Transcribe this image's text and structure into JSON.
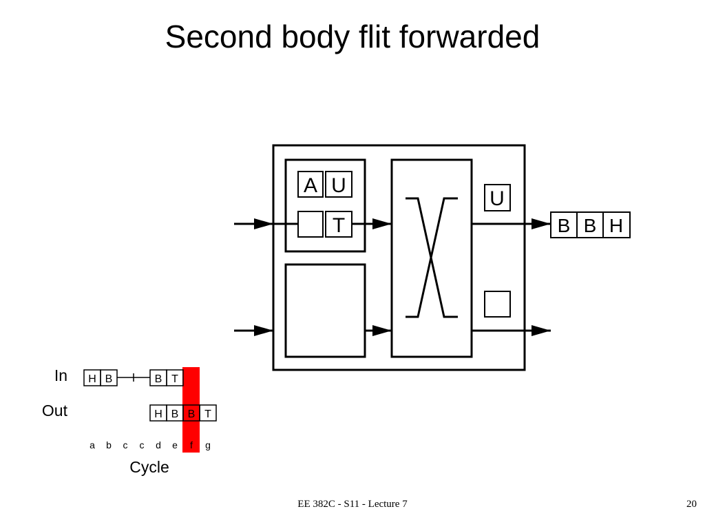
{
  "slide": {
    "title": "Second body flit forwarded",
    "footer_center": "EE 382C - S11 - Lecture 7",
    "page_number": "20"
  },
  "router": {
    "input_buffer_1_top": [
      "A",
      "U"
    ],
    "input_buffer_1_bottom": [
      "",
      "T"
    ],
    "output_state_1": "U",
    "output_state_2": "",
    "output_link_flits": [
      "B",
      "B",
      "H"
    ]
  },
  "timeline": {
    "in_label": "In",
    "out_label": "Out",
    "in_flits_left": [
      "H",
      "B"
    ],
    "in_flits_right": [
      "B",
      "T"
    ],
    "out_flits": [
      "H",
      "B",
      "B",
      "T"
    ],
    "cycles": [
      "a",
      "b",
      "c",
      "c",
      "d",
      "e",
      "f",
      "g"
    ],
    "cycle_label": "Cycle",
    "highlight_cycle": "f",
    "highlight_color": "#ff0000"
  }
}
